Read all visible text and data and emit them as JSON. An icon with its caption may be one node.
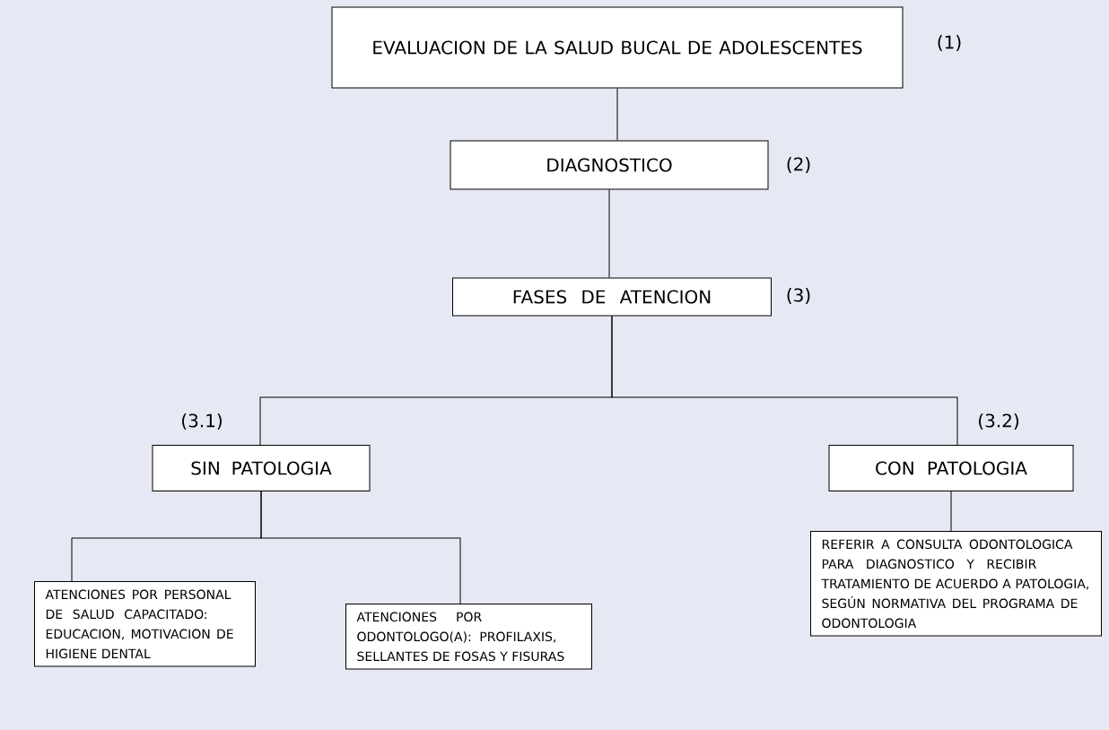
{
  "diagram": {
    "nodes": [
      {
        "text": [
          "EVALUACION DE LA SALUD BUCAL DE ADOLESCENTES"
        ],
        "beside": [
          "(1)"
        ]
      },
      {
        "text": [
          "DIAGNOSTICO"
        ],
        "beside": [
          "(2)"
        ]
      },
      {
        "text": [
          "FASES DE ATENCION"
        ],
        "beside": [
          "(3)"
        ]
      },
      {
        "text": [
          "SIN PATOLOGIA"
        ],
        "beside": [
          "(3.1)"
        ]
      },
      {
        "text": [
          "CON PATOLOGIA"
        ],
        "beside": [
          "(3.2)"
        ]
      },
      {
        "text": [
          "ATENCIONES POR PERSONAL DE SALUD CAPACITADO: EDUCACION, MOTIVACION DE HIGIENE DENTAL"
        ]
      },
      {
        "text": [
          "ATENCIONES POR ODONTOLOGO(A): PROFILAXIS, SELLANTES DE FOSAS Y FISURAS"
        ]
      },
      {
        "text": [
          "REFERIR A CONSULTA ODONTOLOGICA PARA DIAGNOSTICO Y RECIBIR TRATAMIENTO DE ACUERDO A PATOLOGIA, SEGÚN NORMATIVA DEL PROGRAMA DE ODONTOLOGIA"
        ]
      }
    ],
    "edges": [
      {
        "from": 0,
        "to": 1,
        "arrow": "none"
      },
      {
        "from": 1,
        "to": 2,
        "arrow": "none"
      },
      {
        "from": 2,
        "to": 3,
        "arrow": "none"
      },
      {
        "from": 2,
        "to": 4,
        "arrow": "none"
      },
      {
        "from": 3,
        "to": 5,
        "arrow": "none"
      },
      {
        "from": 3,
        "to": 6,
        "arrow": "none"
      },
      {
        "from": 4,
        "to": 7,
        "arrow": "none"
      }
    ]
  }
}
